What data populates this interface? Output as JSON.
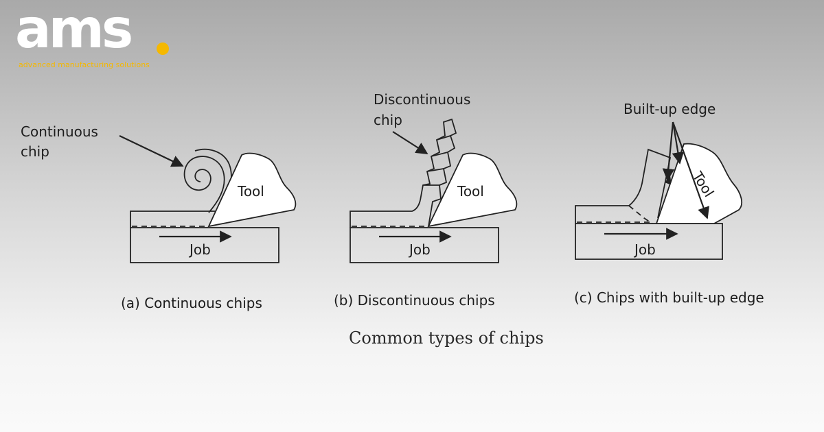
{
  "logo": {
    "wordmark": "ams",
    "tagline": "advanced manufacturing solutions",
    "dot_color": "#f5b800",
    "tagline_color": "#f5b800",
    "wordmark_color": "#ffffff"
  },
  "panels": {
    "a": {
      "callout": [
        "Continuous",
        "chip"
      ],
      "tool_label": "Tool",
      "job_label": "Job",
      "caption": "(a) Continuous chips"
    },
    "b": {
      "callout": [
        "Discontinuous",
        "chip"
      ],
      "tool_label": "Tool",
      "job_label": "Job",
      "caption": "(b) Discontinuous chips"
    },
    "c": {
      "callout": [
        "Built-up edge"
      ],
      "tool_label": "Tool",
      "job_label": "Job",
      "caption": "(c) Chips with built-up edge"
    }
  },
  "figure_title": "Common types of chips"
}
